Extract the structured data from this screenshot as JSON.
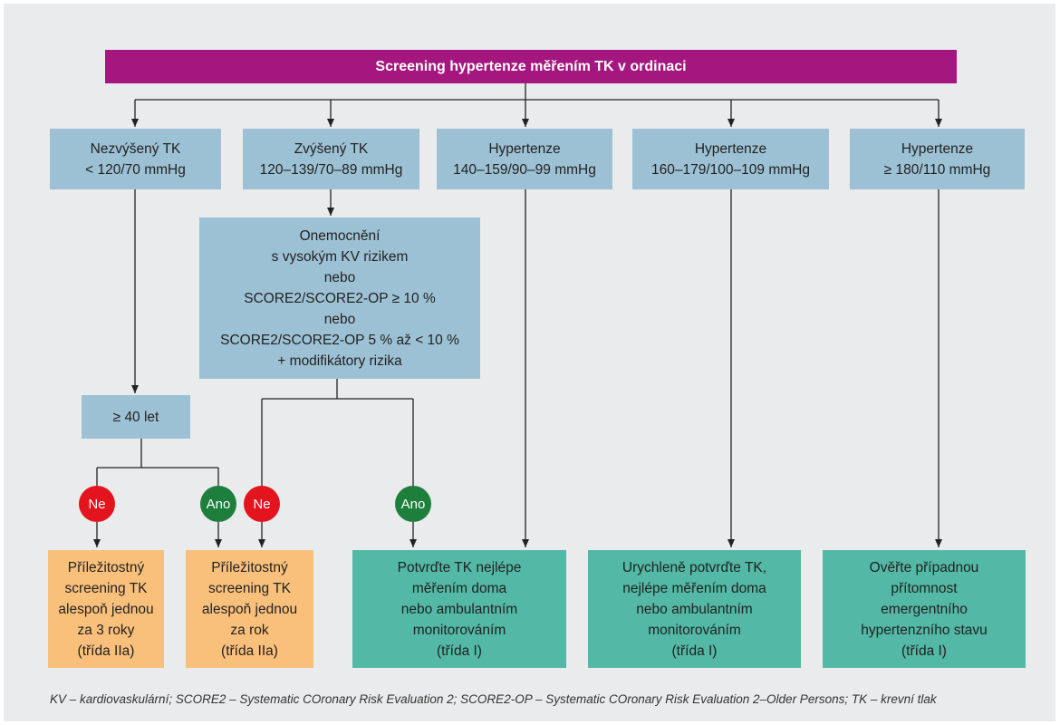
{
  "title": "Screening hypertenze měřením TK v ordinaci",
  "categories": [
    {
      "id": "nezvyseny",
      "text": "Nezvýšený TK\n< 120/70 mmHg"
    },
    {
      "id": "zvyseny",
      "text": "Zvýšený TK\n120–139/70–89 mmHg"
    },
    {
      "id": "hyp1",
      "text": "Hypertenze\n140–159/90–99 mmHg"
    },
    {
      "id": "hyp2",
      "text": "Hypertenze\n160–179/100–109 mmHg"
    },
    {
      "id": "hyp3",
      "text": "Hypertenze\n≥ 180/110 mmHg"
    }
  ],
  "risk_box": "Onemocnění\ns vysokým KV rizikem\nnebo\nSCORE2/SCORE2-OP ≥ 10 %\nnebo\nSCORE2/SCORE2-OP 5 % až < 10 %\n+ modifikátory rizika",
  "age_box": "≥ 40 let",
  "decisions": {
    "no": "Ne",
    "yes": "Ano"
  },
  "outcomes": [
    {
      "id": "screen3",
      "text": "Příležitostný\nscreening TK\nalespoň jednou\nza 3 roky\n(třída IIa)"
    },
    {
      "id": "screen1",
      "text": "Příležitostný\nscreening TK\nalespoň jednou\nza rok\n(třída IIa)"
    },
    {
      "id": "confirm",
      "text": "Potvrďte TK nejlépe\nměřením doma\nnebo ambulantním\nmonitorováním\n(třída I)"
    },
    {
      "id": "urgent",
      "text": "Urychleně potvrďte TK,\nnejlépe měřením doma\nnebo ambulantním\nmonitorováním\n(třída I)"
    },
    {
      "id": "emergency",
      "text": "Ověřte případnou\npřítomnost\nemergentního\nhypertenzního stavu\n(třída I)"
    }
  ],
  "footnote": "KV – kardiovaskulární; SCORE2 – Systematic COronary Risk Evaluation 2; SCORE2-OP – Systematic COronary Risk Evaluation 2–Older Persons; TK – krevní tlak",
  "colors": {
    "title": "#a4177f",
    "category_boxes": "#9dc1d4",
    "low_outcome": "#f9c07c",
    "high_outcome": "#53b8a5",
    "no_circle": "#e3141d",
    "yes_circle": "#1e7f3d"
  }
}
